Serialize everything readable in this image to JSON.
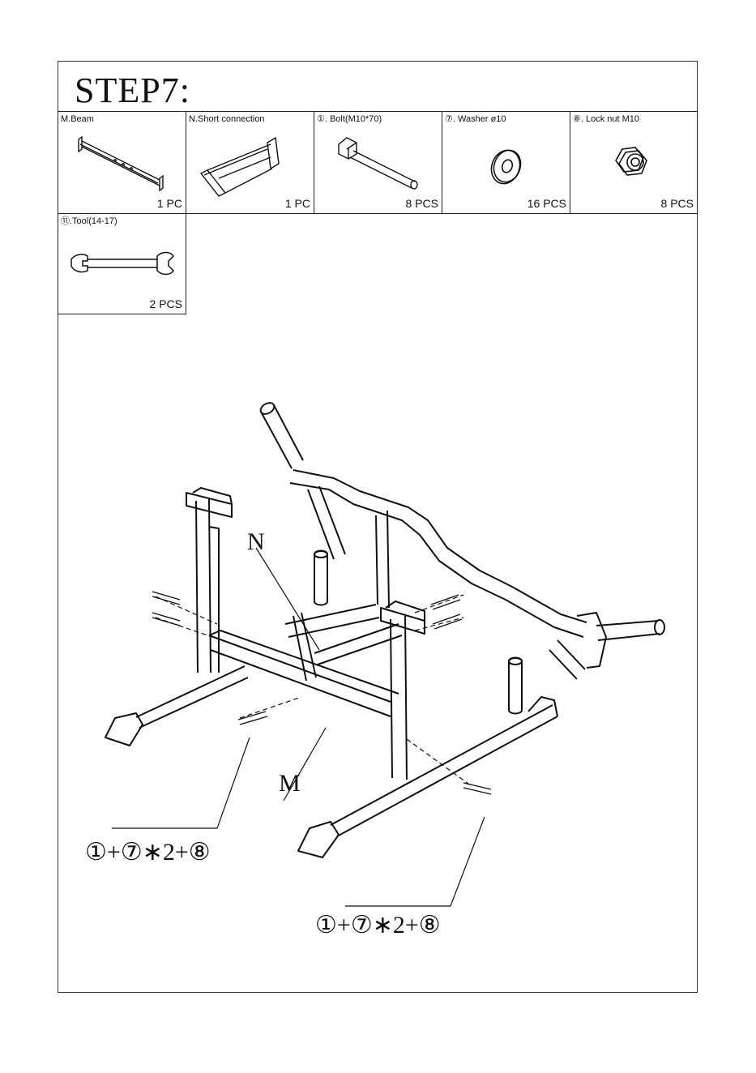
{
  "step_title": "STEP7:",
  "parts": [
    {
      "label": "M.Beam",
      "qty": "1 PC",
      "icon": "beam-icon"
    },
    {
      "label": "N.Short connection",
      "qty": "1 PC",
      "icon": "short-connection-icon"
    },
    {
      "label": "①. Bolt(M10*70)",
      "qty": "8 PCS",
      "icon": "bolt-icon"
    },
    {
      "label": "⑦. Washer ø10",
      "qty": "16 PCS",
      "icon": "washer-icon"
    },
    {
      "label": "⑧. Lock nut M10",
      "qty": "8 PCS",
      "icon": "lock-nut-icon"
    },
    {
      "label": "⑪.Tool(14-17)",
      "qty": "2 PCS",
      "icon": "wrench-icon"
    }
  ],
  "diagram": {
    "label_n": "N",
    "label_m": "M",
    "callout_left": "①+⑦∗2+⑧",
    "callout_right": "①+⑦∗2+⑧"
  }
}
